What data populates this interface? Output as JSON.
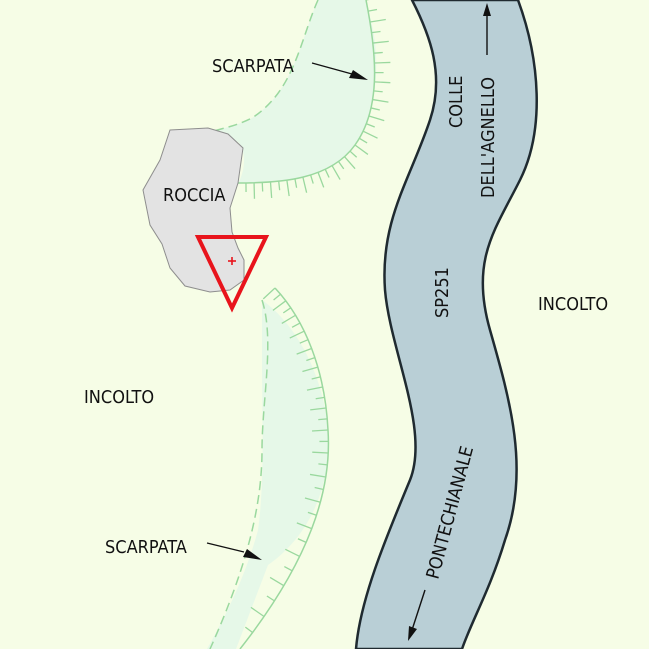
{
  "map": {
    "colors": {
      "background": "#f6fde6",
      "scarp_fill": "#e6f8e8",
      "scarp_line": "#9ad89e",
      "road_fill": "#b9cfd6",
      "road_edge": "#1f2a30",
      "rock_fill": "#e3e3e3",
      "rock_edge": "#8e8e8e",
      "marker": "#e8141c"
    },
    "labels": {
      "scarpata_top": "SCARPATA",
      "scarpata_bottom": "SCARPATA",
      "roccia": "ROCCIA",
      "incolto_left": "INCOLTO",
      "incolto_right": "INCOLTO",
      "road_code": "SP251",
      "destination_north_line1": "COLLE",
      "destination_north_line2": "DELL'AGNELLO",
      "destination_south": "PONTECHIANALE"
    },
    "icons": {
      "marker": "red-triangle-marker",
      "direction_north": "arrow-up",
      "direction_south": "arrow-down"
    }
  }
}
